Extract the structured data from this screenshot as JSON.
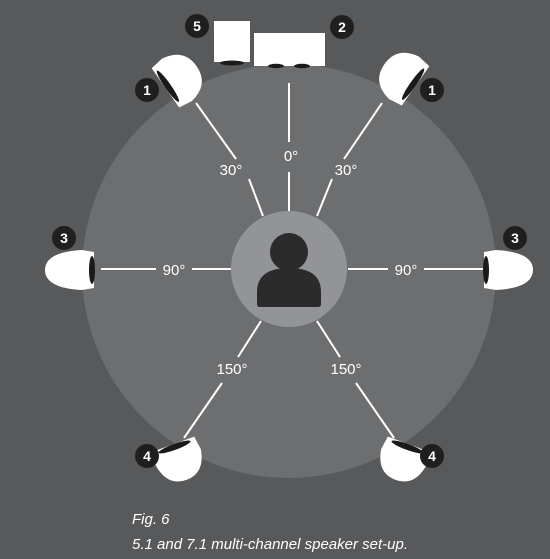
{
  "angles": {
    "front_center": "0°",
    "front_left": "30°",
    "front_right": "30°",
    "side_left": "90°",
    "side_right": "90°",
    "rear_left": "150°",
    "rear_right": "150°"
  },
  "badges": {
    "front_left": "1",
    "front_right": "1",
    "center": "2",
    "side_left": "3",
    "side_right": "3",
    "rear_left": "4",
    "rear_right": "4",
    "subwoofer": "5"
  },
  "caption": {
    "figure": "Fig. 6",
    "text": "5.1 and 7.1 multi-channel speaker set-up."
  },
  "colors": {
    "background": "#58595b",
    "circle": "#6d6e70",
    "listener_disc": "#929497",
    "listener_icon": "#2b2b2b",
    "speaker": "#ffffff",
    "badge": "#1f1f1f"
  },
  "icons": {
    "listener": "person-icon",
    "speaker": "speaker-icon",
    "subwoofer": "subwoofer-icon"
  }
}
